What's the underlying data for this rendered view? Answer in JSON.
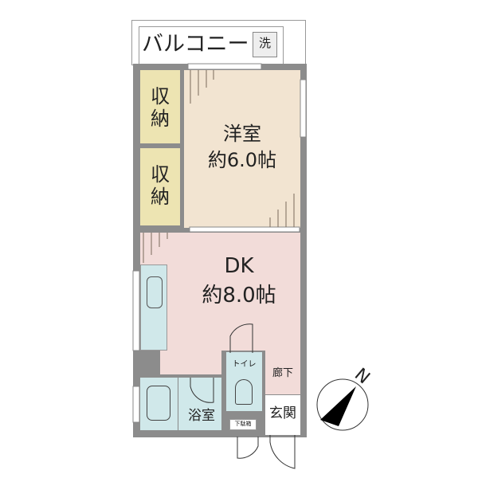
{
  "balcony": {
    "label": "バルコニー",
    "washer_label": "洗"
  },
  "rooms": {
    "storage_1": {
      "label": "収\n納"
    },
    "storage_2": {
      "label": "収\n納"
    },
    "western_room": {
      "name": "洋室",
      "size": "約6.0帖"
    },
    "dk": {
      "name": "DK",
      "size": "約8.0帖"
    },
    "toilet": {
      "label": "トイレ"
    },
    "hallway": {
      "label": "廊下"
    },
    "bathroom": {
      "label": "浴室"
    },
    "shoe_cabinet": {
      "label": "下駄箱"
    },
    "entrance": {
      "label": "玄関"
    }
  },
  "compass": {
    "label": "N"
  },
  "colors": {
    "wall": "#8c8c8c",
    "storage": "#ede4b2",
    "western": "#f2e4d1",
    "dk": "#f2dcd9",
    "wet": "#d0e8ea"
  }
}
